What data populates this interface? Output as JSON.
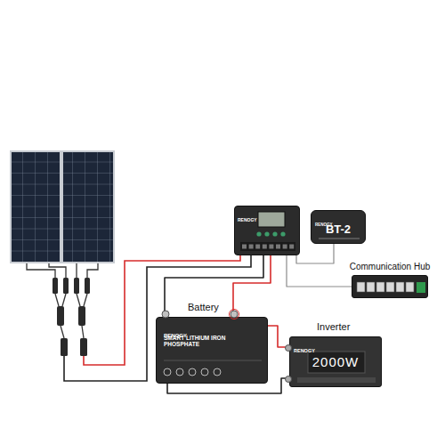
{
  "diagram": {
    "nodes": [
      {
        "text": [
          "RENOGY"
        ]
      },
      {
        "text": [
          "RENOGY",
          "BT-2"
        ]
      },
      {
        "text": [
          "Communication Hub"
        ]
      },
      {
        "text": [
          "Battery",
          "RENOGY",
          "SMART LITHIUM IRON PHOSPHATE"
        ]
      },
      {
        "text": [
          "Inverter",
          "RENOGY",
          "2000W"
        ]
      }
    ],
    "edges": [
      {
        "from": 0,
        "to": 3,
        "arrow": "none"
      },
      {
        "from": 0,
        "to": 3,
        "arrow": "none"
      },
      {
        "from": 3,
        "to": 4,
        "arrow": "none"
      },
      {
        "from": 3,
        "to": 4,
        "arrow": "none"
      },
      {
        "from": 0,
        "to": 1,
        "arrow": "none"
      },
      {
        "from": 0,
        "to": 2,
        "arrow": "none"
      }
    ]
  }
}
